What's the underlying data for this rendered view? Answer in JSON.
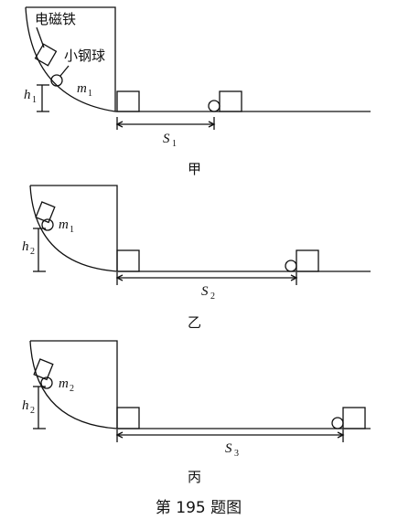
{
  "panels": [
    {
      "caption": "甲",
      "h_label": "h",
      "h_sub": "1",
      "m_label": "m",
      "m_sub": "1",
      "s_label": "S",
      "s_sub": "1",
      "electromagnet_label": "电磁铁",
      "ball_label": "小钢球"
    },
    {
      "caption": "乙",
      "h_label": "h",
      "h_sub": "2",
      "m_label": "m",
      "m_sub": "1",
      "s_label": "S",
      "s_sub": "2"
    },
    {
      "caption": "丙",
      "h_label": "h",
      "h_sub": "2",
      "m_label": "m",
      "m_sub": "2",
      "s_label": "S",
      "s_sub": "3"
    }
  ],
  "figure_caption": "第 195 题图"
}
